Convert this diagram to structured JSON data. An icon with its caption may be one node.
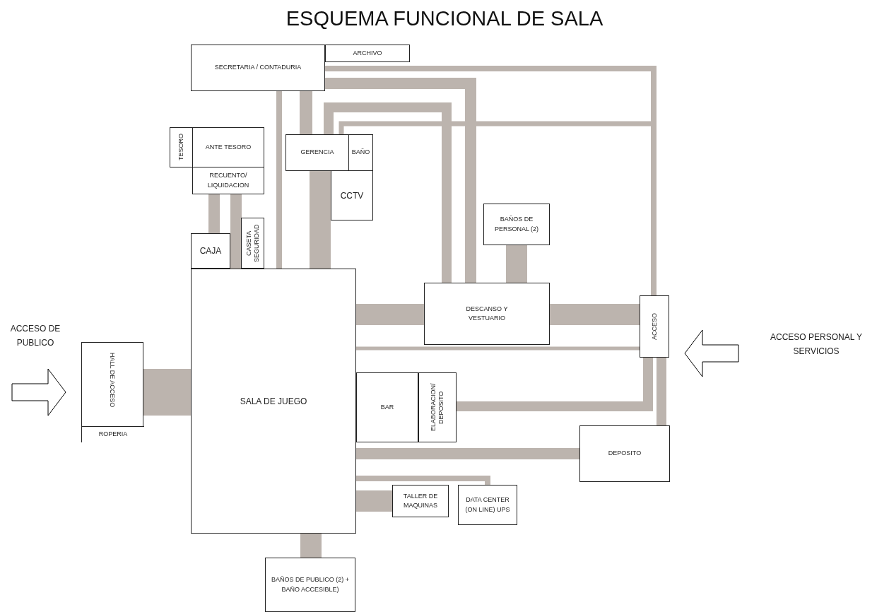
{
  "diagram": {
    "title": "ESQUEMA FUNCIONAL DE SALA",
    "nodes": [
      {
        "text": [
          "SECRETARIA / CONTADURIA"
        ]
      },
      {
        "text": [
          "ARCHIVO"
        ]
      },
      {
        "text": [
          "TESORO"
        ]
      },
      {
        "text": [
          "ANTE TESORO"
        ]
      },
      {
        "text": [
          "RECUENTO/ LIQUIDACION"
        ]
      },
      {
        "text": [
          "GERENCIA"
        ]
      },
      {
        "text": [
          "BAÑO"
        ]
      },
      {
        "text": [
          "CCTV"
        ]
      },
      {
        "text": [
          "BAÑOS DE PERSONAL (2)"
        ]
      },
      {
        "text": [
          "CAJA"
        ]
      },
      {
        "text": [
          "CASETA SEGURIDAD"
        ]
      },
      {
        "text": [
          "SALA DE JUEGO"
        ]
      },
      {
        "text": [
          "DESCANSO Y VESTUARIO"
        ]
      },
      {
        "text": [
          "ACCESO"
        ]
      },
      {
        "text": [
          "HALL DE ACCESO"
        ]
      },
      {
        "text": [
          "ROPERIA"
        ],
        "in": 14
      },
      {
        "text": [
          "BAR"
        ]
      },
      {
        "text": [
          "ELABORACION/ DEPOSITO"
        ]
      },
      {
        "text": [
          "DEPOSITO"
        ]
      },
      {
        "text": [
          "TALLER DE MAQUINAS"
        ]
      },
      {
        "text": [
          "DATA CENTER (ON LINE) UPS"
        ]
      },
      {
        "text": [
          "BAÑOS DE PUBLICO (2) + BAÑO ACCESIBLE)"
        ]
      }
    ],
    "edges": [
      {
        "from": 0,
        "to": 11,
        "arrow": "none"
      },
      {
        "from": 0,
        "to": 13,
        "arrow": "none"
      },
      {
        "from": 0,
        "to": 5,
        "arrow": "none"
      },
      {
        "from": 0,
        "to": 12,
        "arrow": "none"
      },
      {
        "from": 5,
        "to": 12,
        "arrow": "none"
      },
      {
        "from": 5,
        "to": 13,
        "arrow": "none"
      },
      {
        "from": 4,
        "to": 9,
        "arrow": "none"
      },
      {
        "from": 4,
        "to": 11,
        "arrow": "none"
      },
      {
        "from": 5,
        "to": 11,
        "arrow": "none",
        "style": "thick"
      },
      {
        "from": 8,
        "to": 12,
        "arrow": "none",
        "style": "thick"
      },
      {
        "from": 11,
        "to": 12,
        "arrow": "none",
        "style": "thick"
      },
      {
        "from": 12,
        "to": 13,
        "arrow": "none",
        "style": "thick"
      },
      {
        "from": 11,
        "to": 13,
        "arrow": "none"
      },
      {
        "from": 17,
        "to": 13,
        "arrow": "none"
      },
      {
        "from": 13,
        "to": 18,
        "arrow": "none"
      },
      {
        "from": 11,
        "to": 18,
        "arrow": "none"
      },
      {
        "from": 11,
        "to": 20,
        "arrow": "none"
      },
      {
        "from": 11,
        "to": 19,
        "arrow": "none",
        "style": "thick"
      },
      {
        "from": 14,
        "to": 11,
        "arrow": "none",
        "style": "thick"
      },
      {
        "from": 11,
        "to": 21,
        "arrow": "none",
        "style": "thick"
      },
      {
        "from": null,
        "to": 14,
        "arrow": "to",
        "color": "#000000"
      },
      {
        "from": null,
        "to": 13,
        "arrow": "to",
        "color": "#000000"
      }
    ],
    "labels": [
      "ACCESO DE PUBLICO",
      "ACCESO PERSONAL Y SERVICIOS"
    ]
  }
}
